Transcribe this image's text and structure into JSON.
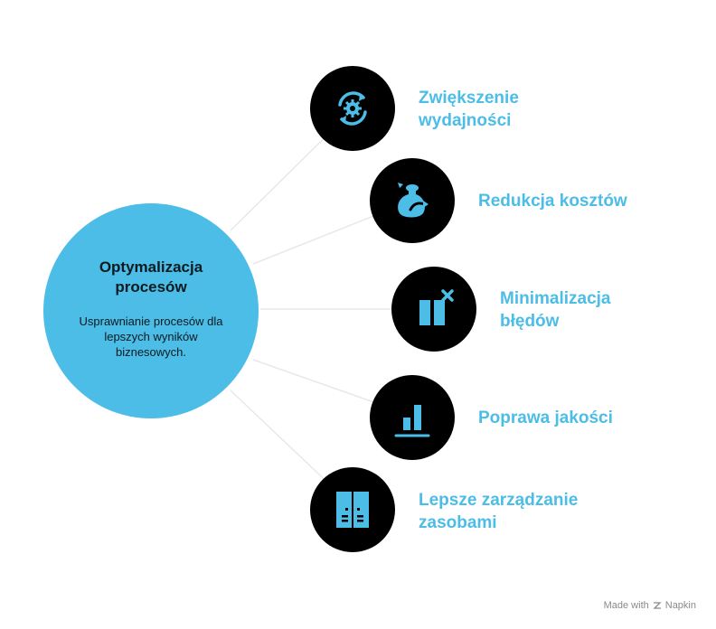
{
  "hub": {
    "title": "Optymalizacja\nprocesów",
    "description": "Usprawnianie procesów dla lepszych wyników biznesowych."
  },
  "items": [
    {
      "label": "Zwiększenie\nwydajności",
      "icon": "gear-refresh-icon"
    },
    {
      "label": "Redukcja kosztów",
      "icon": "money-bag-icon"
    },
    {
      "label": "Minimalizacja\nbłędów",
      "icon": "error-bars-icon"
    },
    {
      "label": "Poprawa jakości",
      "icon": "bar-chart-icon"
    },
    {
      "label": "Lepsze zarządzanie\nzasobami",
      "icon": "resource-panel-icon"
    }
  ],
  "colors": {
    "accent": "#4BBDE6",
    "node": "#000000",
    "line": "#e6e6e6"
  },
  "footer": {
    "made_with": "Made with",
    "brand": "Napkin"
  }
}
